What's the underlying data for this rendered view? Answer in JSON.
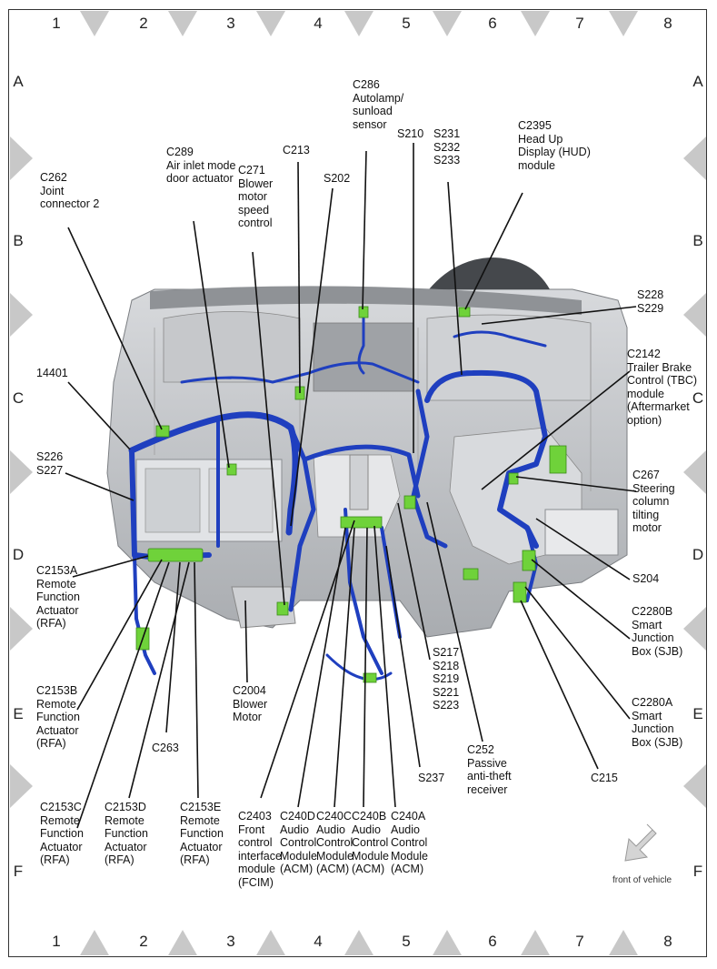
{
  "grid": {
    "columns": [
      "1",
      "2",
      "3",
      "4",
      "5",
      "6",
      "7",
      "8"
    ],
    "rows": [
      "A",
      "B",
      "C",
      "D",
      "E",
      "F"
    ]
  },
  "labels": {
    "c286": "C286\nAutolamp/\nsunload\nsensor",
    "c2395": "C2395\nHead Up\nDisplay (HUD)\nmodule",
    "s210": "S210",
    "s231": "S231\nS232\nS233",
    "c289": "C289\nAir inlet mode\ndoor actuator",
    "c213": "C213",
    "c271": "C271\nBlower\nmotor\nspeed\ncontrol",
    "s202": "S202",
    "c262": "C262\nJoint\nconnector 2",
    "s228": "S228\nS229",
    "c2142": "C2142\nTrailer Brake\nControl (TBC)\nmodule\n(Aftermarket\noption)",
    "n14401": "14401",
    "s226": "S226\nS227",
    "c267": "C267\nSteering\ncolumn\ntilting\nmotor",
    "s204": "S204",
    "c2153a": "C2153A\nRemote\nFunction\nActuator\n(RFA)",
    "c2280b": "C2280B\nSmart\nJunction\nBox (SJB)",
    "c2153b": "C2153B\nRemote\nFunction\nActuator\n(RFA)",
    "c2004": "C2004\nBlower\nMotor",
    "s217": "S217\nS218\nS219\nS221\nS223",
    "c2280a": "C2280A\nSmart\nJunction\nBox (SJB)",
    "c263": "C263",
    "c252": "C252\nPassive\nanti-theft\nreceiver",
    "s237": "S237",
    "c215": "C215",
    "c2153c": "C2153C\nRemote\nFunction\nActuator\n(RFA)",
    "c2153d": "C2153D\nRemote\nFunction\nActuator\n(RFA)",
    "c2153e": "C2153E\nRemote\nFunction\nActuator\n(RFA)",
    "c2403": "C2403\nFront\ncontrol\ninterface\nmodule\n(FCIM)",
    "c240d": "C240D\nAudio\nControl\nModule\n(ACM)",
    "c240c": "C240C\nAudio\nControl\nModule\n(ACM)",
    "c240b": "C240B\nAudio\nControl\nModule\n(ACM)",
    "c240a": "C240A\nAudio\nControl\nModule\n(ACM)"
  },
  "front_of_vehicle": "front of vehicle",
  "colors": {
    "harness": "#1f3fbf",
    "harness_dark": "#14287e",
    "connector": "#6fd23a",
    "dash": "#b9bcc0",
    "dash_dark": "#7b7e82",
    "marker": "#c8c8c8"
  }
}
